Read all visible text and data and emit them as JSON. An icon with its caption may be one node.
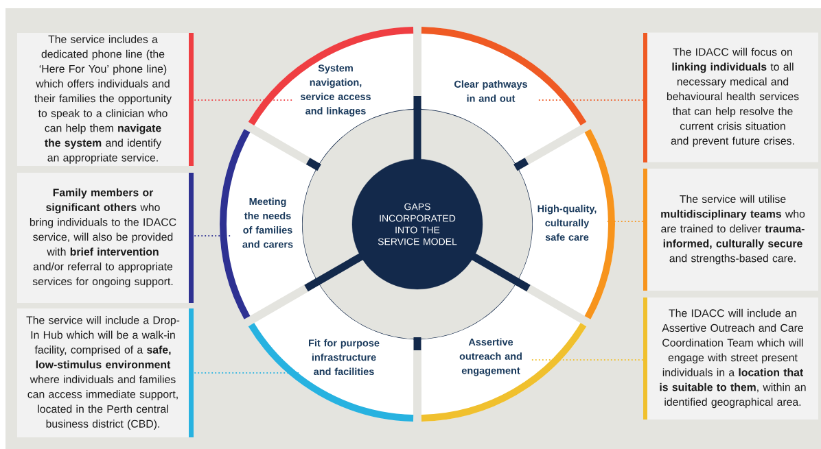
{
  "diagram": {
    "nodes": [
      {
        "text": [
          "The service includes a dedicated phone line (the ‘Here For You’ phone line) which offers individuals and their families the opportunity to speak to a clinician who can help them **navigate the system** and identify an appropriate service."
        ]
      },
      {
        "text": [
          "System navigation, service access and linkages"
        ]
      },
      {
        "text": [
          "Clear pathways in and out"
        ]
      },
      {
        "text": [
          "The IDACC will focus on **linking individuals** to all necessary medical and behavioural health services that can help resolve the current crisis situation and prevent future crises."
        ]
      },
      {
        "text": [
          "**Family members or significant others** who bring individuals to the IDACC service, will also be provided with **brief intervention** and/or referral to appropriate services for ongoing support."
        ]
      },
      {
        "text": [
          "Meeting the needs of families and carers"
        ]
      },
      {
        "text": [
          "GAPS INCORPORATED INTO THE SERVICE MODEL"
        ]
      },
      {
        "text": [
          "High-quality, culturally safe care"
        ]
      },
      {
        "text": [
          "The service will utilise **multidisciplinary teams** who are trained to deliver **trauma-informed, culturally secure** and strengths-based care."
        ]
      },
      {
        "text": [
          "The service will include a Drop-In Hub which will be a walk-in facility, comprised  of a **safe, low-stimulus environment** where individuals and families can access immediate support, located in the Perth central business district (CBD)."
        ]
      },
      {
        "text": [
          "Fit for purpose infrastructure and facilities"
        ]
      },
      {
        "text": [
          "Assertive outreach and engagement"
        ]
      },
      {
        "text": [
          "The IDACC will include an Assertive Outreach and Care Coordination Team which will engage with street present individuals in a **location that is suitable to them**, within an identified geographical area."
        ]
      }
    ],
    "edges": [
      {
        "from": 0,
        "to": 1,
        "arrow": "none",
        "color": "#ef3e42"
      },
      {
        "from": 3,
        "to": 2,
        "arrow": "none",
        "color": "#ef5a24"
      },
      {
        "from": 4,
        "to": 5,
        "arrow": "none",
        "color": "#2e3192"
      },
      {
        "from": 8,
        "to": 7,
        "arrow": "none",
        "color": "#f7941d"
      },
      {
        "from": 9,
        "to": 10,
        "arrow": "none",
        "color": "#27b2e0"
      },
      {
        "from": 12,
        "to": 11,
        "arrow": "none",
        "color": "#f0c02e"
      }
    ]
  }
}
